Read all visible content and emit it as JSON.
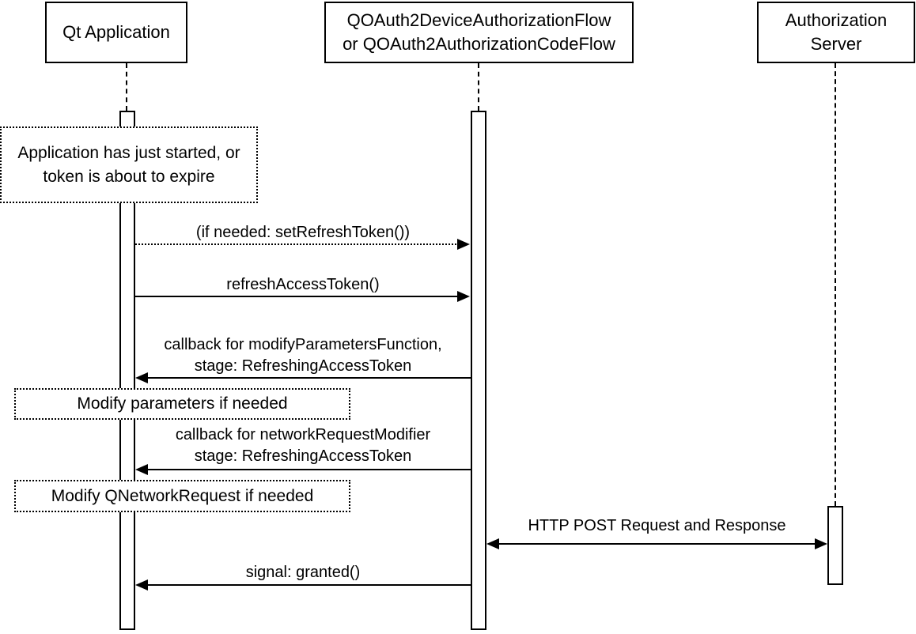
{
  "diagram": {
    "type": "uml-sequence-diagram",
    "colors": {
      "line": "#000000",
      "background": "#ffffff",
      "text": "#000000"
    },
    "participants": [
      {
        "label": "Qt Application"
      },
      {
        "label": "QOAuth2DeviceAuthorizationFlow\nor QOAuth2AuthorizationCodeFlow"
      },
      {
        "label": "Authorization\nServer"
      }
    ],
    "notes": [
      {
        "text": "Application has just started, or\ntoken is about to expire"
      },
      {
        "text": "Modify parameters if needed"
      },
      {
        "text": "Modify QNetworkRequest if needed"
      }
    ],
    "messages": [
      {
        "label": "(if needed: setRefreshToken())",
        "from": "Qt Application",
        "to": "QOAuth2 flow",
        "style": "dotted",
        "direction": "right"
      },
      {
        "label": "refreshAccessToken()",
        "from": "Qt Application",
        "to": "QOAuth2 flow",
        "style": "solid",
        "direction": "right"
      },
      {
        "label": "callback for modifyParametersFunction,\nstage: RefreshingAccessToken",
        "from": "QOAuth2 flow",
        "to": "Qt Application",
        "style": "solid",
        "direction": "left"
      },
      {
        "label": "callback for networkRequestModifier\nstage: RefreshingAccessToken",
        "from": "QOAuth2 flow",
        "to": "Qt Application",
        "style": "solid",
        "direction": "left"
      },
      {
        "label": "HTTP POST Request and Response",
        "from": "QOAuth2 flow",
        "to": "Authorization Server",
        "style": "solid",
        "direction": "both"
      },
      {
        "label": "signal: granted()",
        "from": "QOAuth2 flow",
        "to": "Qt Application",
        "style": "solid",
        "direction": "left"
      }
    ]
  }
}
